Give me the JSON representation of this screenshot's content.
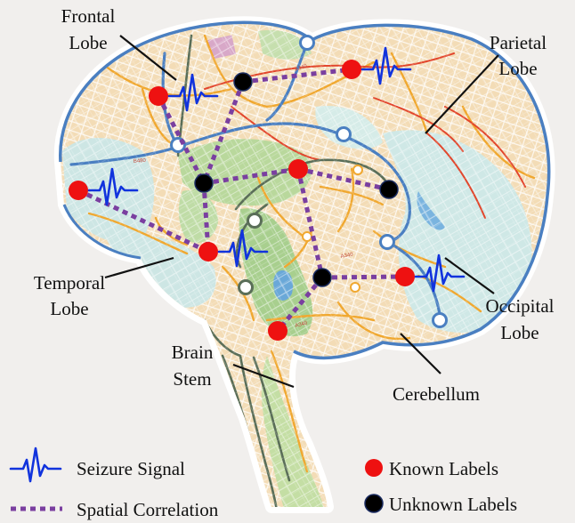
{
  "labels": {
    "frontal": [
      "Frontal",
      "Lobe"
    ],
    "parietal": [
      "Parietal",
      "Lobe"
    ],
    "temporal": [
      "Temporal",
      "Lobe"
    ],
    "occipital": [
      "Occipital",
      "Lobe"
    ],
    "brainstem": [
      "Brain",
      "Stem"
    ],
    "cerebellum": "Cerebellum"
  },
  "legend": {
    "seizure_signal": "Seizure Signal",
    "spatial_correlation": "Spatial Correlation",
    "known_labels": "Known Labels",
    "unknown_labels": "Unknown Labels"
  },
  "map_text": [
    "A340",
    "B480",
    "A340",
    "A340"
  ],
  "colors": {
    "known": "#ee1111",
    "unknown": "#000000",
    "signal": "#1133dd",
    "correlation": "#7a3fa0",
    "outline": "#4a7fc1"
  },
  "icons": [
    "seizure-signal-icon",
    "spatial-correlation-icon",
    "known-label-dot-icon",
    "unknown-label-dot-icon"
  ]
}
